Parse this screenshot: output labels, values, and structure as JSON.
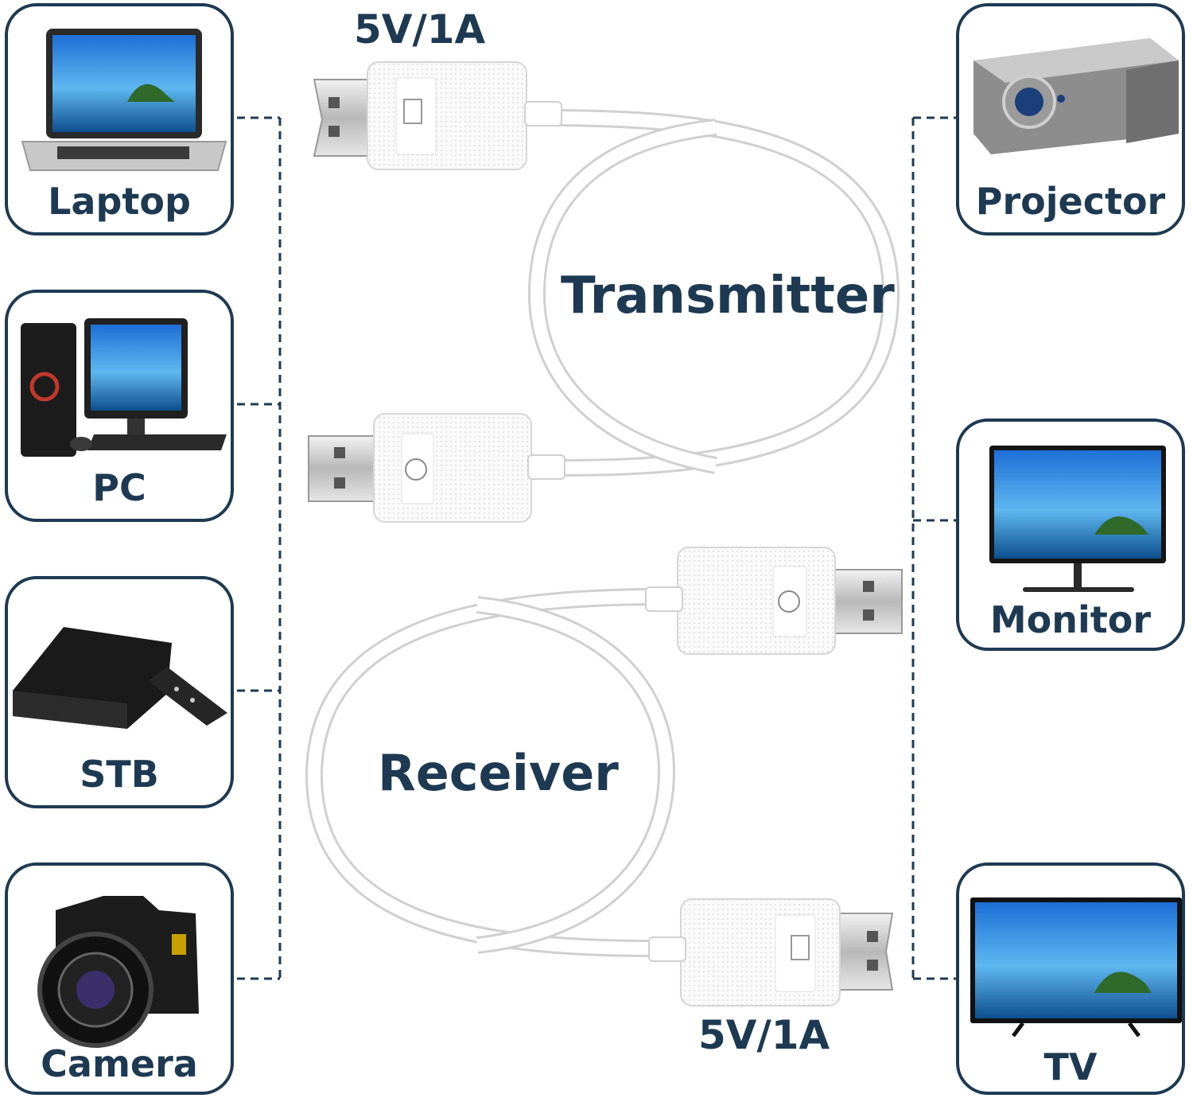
{
  "inputs": [
    {
      "label": "Laptop",
      "icon": "laptop-icon"
    },
    {
      "label": "PC",
      "icon": "desktop-pc-icon"
    },
    {
      "label": "STB",
      "icon": "set-top-box-icon"
    },
    {
      "label": "Camera",
      "icon": "camera-icon"
    }
  ],
  "outputs": [
    {
      "label": "Projector",
      "icon": "projector-icon"
    },
    {
      "label": "Monitor",
      "icon": "monitor-icon"
    },
    {
      "label": "TV",
      "icon": "tv-icon"
    }
  ],
  "transmitter": {
    "title": "Transmitter",
    "power": "5V/1A"
  },
  "receiver": {
    "title": "Receiver",
    "power": "5V/1A"
  },
  "colors": {
    "accent": "#1e3a52",
    "cable": "#ffffff",
    "cable_edge": "#d0d0d0"
  }
}
